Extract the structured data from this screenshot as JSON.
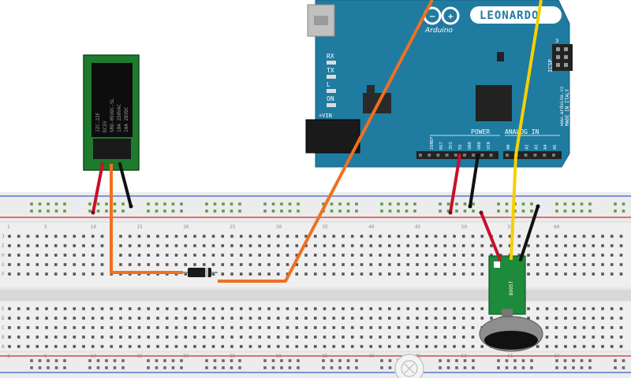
{
  "board": {
    "name": "LEONARDO",
    "brand": "Arduino",
    "pin_labels": [
      "RX",
      "TX",
      "L",
      "ON"
    ],
    "power_header": "POWER",
    "analog_header": "ANALOG IN",
    "power_pins": [
      "IOREF",
      "RST",
      "3V3",
      "5V",
      "GND",
      "GND",
      "VIN"
    ],
    "analog_pins": [
      "A0",
      "A1",
      "A2",
      "A3",
      "A4",
      "A5"
    ],
    "vin_label": "+VIN",
    "icsp_label": "ICSP",
    "icsp_number": "3",
    "side_text": "www.arduino.cc",
    "made_in": "MADE IN ITALY"
  },
  "relay": {
    "text_lines": [
      "JZC-22F",
      "DC5V",
      "SRD-05VDC-SL",
      "10A 250VAC",
      "10A 28VDC"
    ]
  },
  "sensor": {
    "label": "BOOST"
  },
  "breadboard": {
    "row_letters_top": [
      "J",
      "I",
      "H",
      "G",
      "F"
    ],
    "row_letters_bottom": [
      "E",
      "D",
      "C",
      "B",
      "A"
    ],
    "column_numbers": [
      "1",
      "5",
      "10",
      "15",
      "20",
      "25",
      "30",
      "35",
      "40",
      "45",
      "50",
      "55",
      "60"
    ]
  },
  "colors": {
    "board_blue": "#1f7ba0",
    "wire_red": "#c8102e",
    "wire_black": "#111111",
    "wire_orange": "#f07020",
    "wire_yellow": "#f5d000",
    "relay_green": "#1e7a2c",
    "breadboard": "#e9e9e9"
  }
}
